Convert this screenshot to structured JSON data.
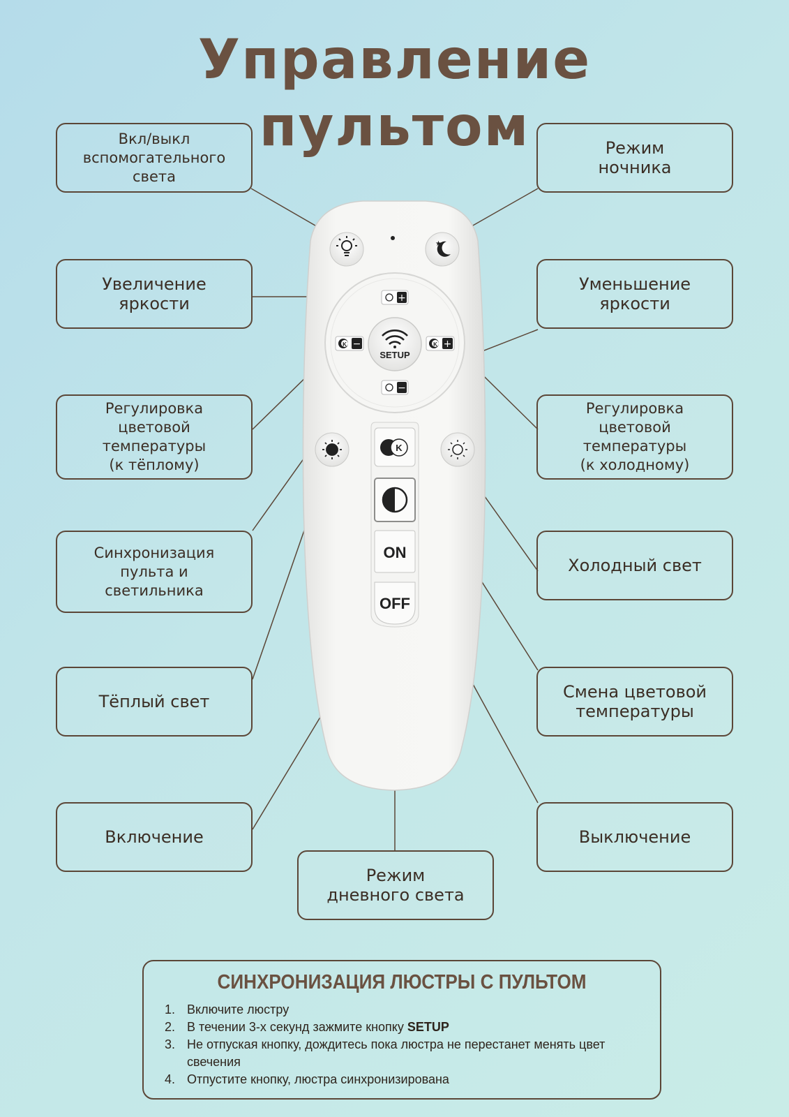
{
  "title_line1": "Управление",
  "title_line2": "пультом",
  "labels": {
    "aux_light": "Вкл/выкл\nвспомогательного\nсвета",
    "night_mode": "Режим\nночника",
    "brightness_up": "Увеличение\nяркости",
    "brightness_down": "Уменьшение\nяркости",
    "color_temp_warm": "Регулировка\nцветовой\nтемпературы\n(к тёплому)",
    "color_temp_cold": "Регулировка\nцветовой\nтемпературы\n(к холодному)",
    "sync": "Синхронизация\nпульта и\nсветильника",
    "cold_light": "Холодный свет",
    "warm_light": "Тёплый свет",
    "change_color_temp": "Смена цветовой\nтемпературы",
    "power_on": "Включение",
    "power_off": "Выключение",
    "daylight_mode": "Режим\nдневного света"
  },
  "remote": {
    "setup_label": "SETUP",
    "on_label": "ON",
    "off_label": "OFF",
    "color_temp_button_letter": "K"
  },
  "instructions": {
    "title": "СИНХРОНИЗАЦИЯ ЛЮСТРЫ С ПУЛЬТОМ",
    "steps": [
      {
        "num": "1.",
        "text": "Включите люстру"
      },
      {
        "num": "2.",
        "text": "В течении 3-х секунд зажмите кнопку ",
        "bold": "SETUP"
      },
      {
        "num": "3.",
        "text": "Не отпуская кнопку, дождитесь пока люстра не перестанет менять цвет свечения"
      },
      {
        "num": "4.",
        "text": "Отпустите кнопку, люстра синхронизирована"
      }
    ]
  },
  "colors": {
    "title": "#6a5141",
    "border": "#5b4637",
    "remote_body": "#f4f3f1"
  }
}
